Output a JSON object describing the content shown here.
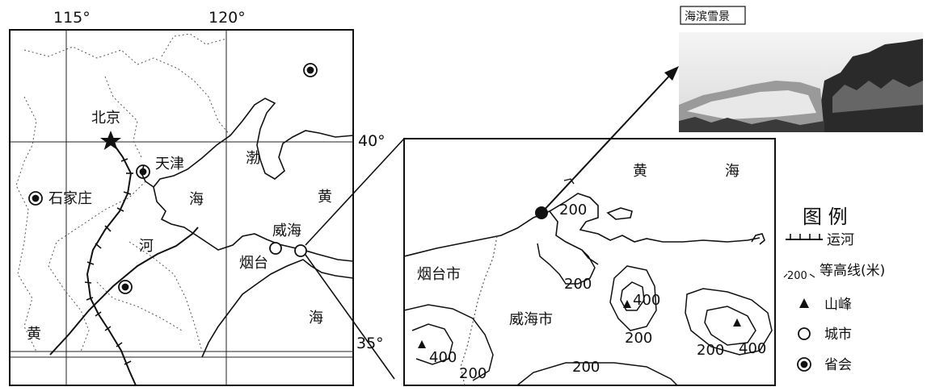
{
  "left_map": {
    "lon_labels": [
      "115°",
      "120°"
    ],
    "lat_labels": [
      "40°",
      "35°"
    ],
    "places": {
      "beijing": "北京",
      "tianjin": "天津",
      "shijiazhuang": "石家庄",
      "yantai": "烟台",
      "weihai": "威海"
    },
    "water": {
      "bo": "渤",
      "bo_hai": "海",
      "huang_right": "黄",
      "huang_right_hai": "海",
      "huang_left": "黄",
      "he": "河"
    }
  },
  "inset_map": {
    "sea_huang": "黄",
    "sea_hai": "海",
    "cities": {
      "yantai_city": "烟台市",
      "weihai_city": "威海市"
    },
    "contours": {
      "c1": "200",
      "c2": "200",
      "c3": "400",
      "c4": "200",
      "c5": "200",
      "c6": "400",
      "c7": "400",
      "c8": "200",
      "c9": "200"
    }
  },
  "photo": {
    "caption": "海滨雪景"
  },
  "legend": {
    "title": "图 例",
    "canal": "运河",
    "contour": "等高线(米)",
    "contour_sample": "200",
    "peak": "山峰",
    "city": "城市",
    "capital": "省会"
  }
}
